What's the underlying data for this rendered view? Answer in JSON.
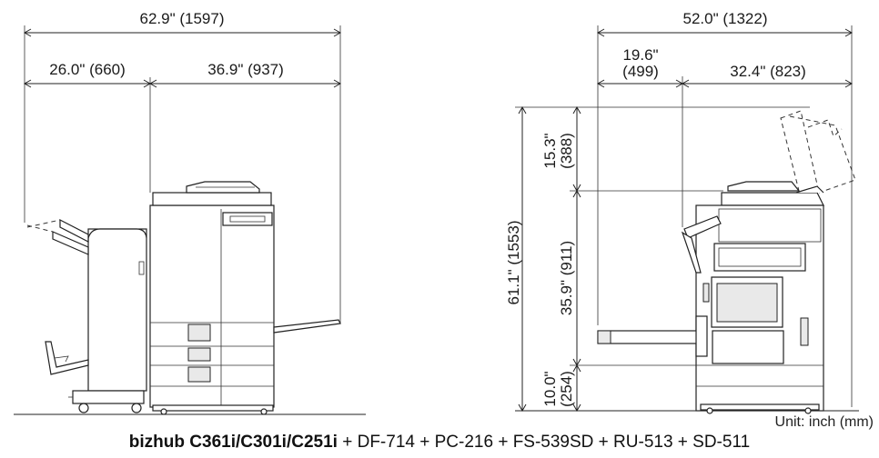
{
  "dimensions": {
    "front_total": "62.9\" (1597)",
    "front_left": "26.0\" (660)",
    "front_right": "36.9\" (937)",
    "side_total": "52.0\" (1322)",
    "side_left_line1": "19.6\"",
    "side_left_line2": "(499)",
    "side_right": "32.4\" (823)",
    "height_total": "61.1\" (1553)",
    "height_top_line1": "15.3\"",
    "height_top_line2": "(388)",
    "height_mid": "35.9\" (911)",
    "height_bottom_line1": "10.0\"",
    "height_bottom_line2": "(254)"
  },
  "unit_label": "Unit: inch (mm)",
  "caption": {
    "model": "bizhub C361i/C301i/C251i",
    "options": " + DF-714 + PC-216 + FS-539SD + RU-513 + SD-511"
  }
}
